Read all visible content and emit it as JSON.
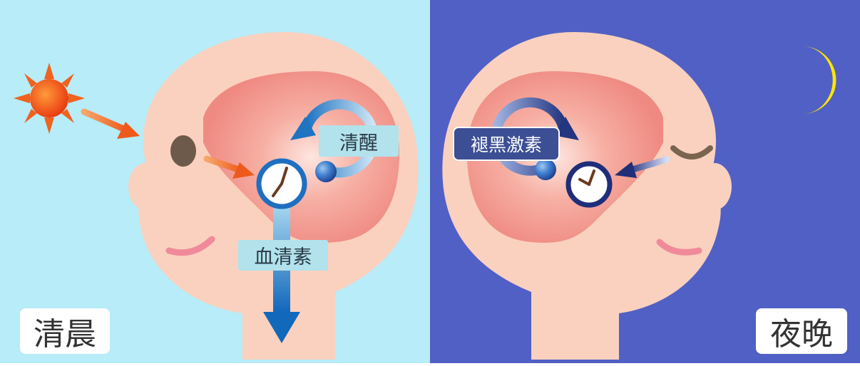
{
  "morning": {
    "corner_label": "清晨",
    "wake_label": "清醒",
    "serotonin_label": "血清素"
  },
  "night": {
    "corner_label": "夜晚",
    "melatonin_label": "褪黑激素"
  },
  "colors": {
    "morning_bg": "#b7ecf8",
    "night_bg": "#5160c4",
    "skin": "#fad1bf",
    "brain": "#f08d86",
    "sun": "#f05a1a",
    "moon": "#ffe600",
    "arrow_blue": "#1f74c2",
    "arrow_navy": "#2a3d8c",
    "arrow_orange": "#ef6a2a",
    "cheek": "#f08a9a"
  }
}
